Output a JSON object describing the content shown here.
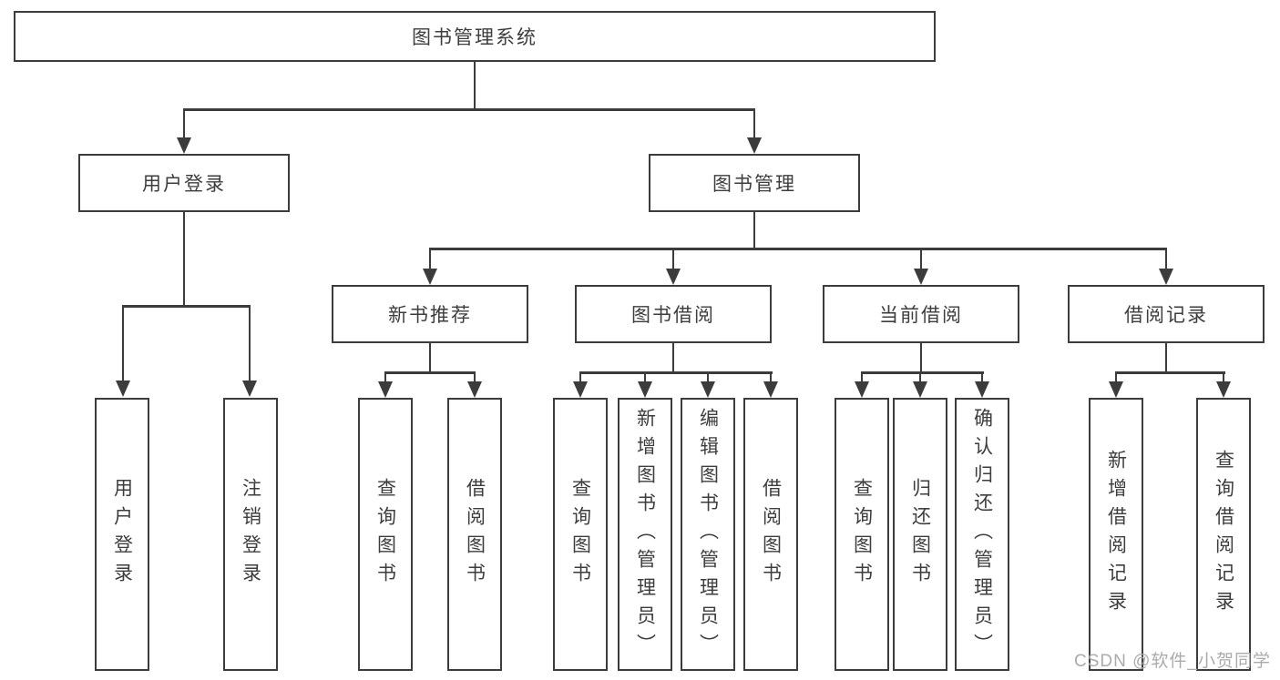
{
  "tree": {
    "root": {
      "label": "图书管理系统",
      "children": [
        {
          "label": "用户登录",
          "children": [
            {
              "label": "用户登录"
            },
            {
              "label": "注销登录"
            }
          ]
        },
        {
          "label": "图书管理",
          "children": [
            {
              "label": "新书推荐",
              "children": [
                {
                  "label": "查询图书"
                },
                {
                  "label": "借阅图书"
                }
              ]
            },
            {
              "label": "图书借阅",
              "children": [
                {
                  "label": "查询图书"
                },
                {
                  "label": "新增图书（管理员）"
                },
                {
                  "label": "编辑图书（管理员）"
                },
                {
                  "label": "借阅图书"
                }
              ]
            },
            {
              "label": "当前借阅",
              "children": [
                {
                  "label": "查询图书"
                },
                {
                  "label": "归还图书"
                },
                {
                  "label": "确认归还（管理员）"
                }
              ]
            },
            {
              "label": "借阅记录",
              "children": [
                {
                  "label": "新增借阅记录"
                },
                {
                  "label": "查询借阅记录"
                }
              ]
            }
          ]
        }
      ]
    }
  },
  "watermark": {
    "text": "CSDN @软件_小贺同学"
  },
  "colors": {
    "line": "#3c3c3c",
    "text": "#3d3d3d",
    "background": "#ffffff",
    "watermark": "#ababab"
  }
}
